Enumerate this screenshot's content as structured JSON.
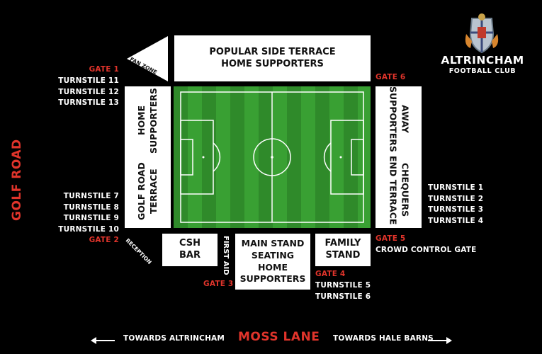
{
  "club": {
    "name": "ALTRINCHAM",
    "subtitle": "FOOTBALL CLUB",
    "crest_icon": "club-crest-icon"
  },
  "stands": {
    "popular_side": [
      "POPULAR SIDE TERRACE",
      "HOME SUPPORTERS"
    ],
    "golf_road": [
      "GOLF ROAD TERRACE",
      "HOME SUPPORTERS"
    ],
    "chequers_end": [
      "CHEQUERS END TERRACE",
      "AWAY SUPPORTERS"
    ],
    "main_stand": [
      "MAIN STAND",
      "SEATING",
      "HOME",
      "SUPPORTERS"
    ],
    "family_stand": [
      "FAMILY",
      "STAND"
    ],
    "csh_bar": [
      "CSH",
      "BAR"
    ],
    "fan_zone": "FAN ZONE",
    "first_aid": "FIRST AID",
    "reception": "RECEPTION"
  },
  "gates": {
    "gate1": "GATE 1",
    "gate2": "GATE 2",
    "gate3": "GATE 3",
    "gate4": "GATE 4",
    "gate5": "GATE 5",
    "gate6": "GATE 6",
    "crowd_control": "CROWD CONTROL GATE"
  },
  "turnstiles": {
    "gate1": [
      "TURNSTILE 11",
      "TURNSTILE 12",
      "TURNSTILE 13"
    ],
    "gate2": [
      "TURNSTILE 7",
      "TURNSTILE 8",
      "TURNSTILE 9",
      "TURNSTILE 10"
    ],
    "chequers": [
      "TURNSTILE 1",
      "TURNSTILE 2",
      "TURNSTILE 3",
      "TURNSTILE 4"
    ],
    "gate4": [
      "TURNSTILE 5",
      "TURNSTILE 6"
    ]
  },
  "roads": {
    "golf_road": "GOLF ROAD",
    "moss_lane": "MOSS LANE",
    "towards_left": "TOWARDS ALTRINCHAM",
    "towards_right": "TOWARDS HALE BARNS"
  },
  "colors": {
    "accent_red": "#e0342b",
    "pitch_green": "#39a033",
    "stand_white": "#ffffff"
  }
}
